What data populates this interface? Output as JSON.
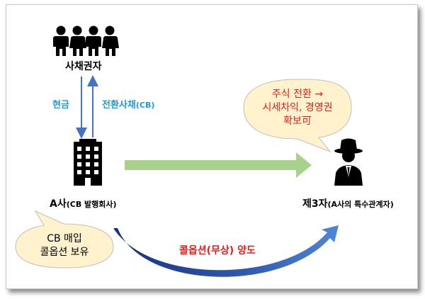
{
  "creditors": {
    "label": "사채권자"
  },
  "arrows": {
    "cash_label": "현금",
    "cb_label_main": "전환사채",
    "cb_label_sub": "(CB)",
    "callable_main": "콜옵션(무상)",
    "callable_sub": "양도"
  },
  "company_a": {
    "label_main": "A사",
    "label_sub": "(CB 발행회사)"
  },
  "third_party": {
    "label_main": "제3자",
    "label_sub": "(A사의 특수관계자)"
  },
  "bubble_left": {
    "line1": "CB 매입",
    "line2": "콜옵션 보유"
  },
  "bubble_right": {
    "line1": "주식 전환 →",
    "line2": "시세차익, 경영권",
    "line3": "확보可"
  },
  "colors": {
    "blue_text": "#1e9bd7",
    "red_text": "#e3201b",
    "bubble_fill": "#fff2cc",
    "green_arrow": "#a9d18e",
    "blue_arrow": "#4472c4",
    "navy_arrow": "#1f3a8a"
  }
}
